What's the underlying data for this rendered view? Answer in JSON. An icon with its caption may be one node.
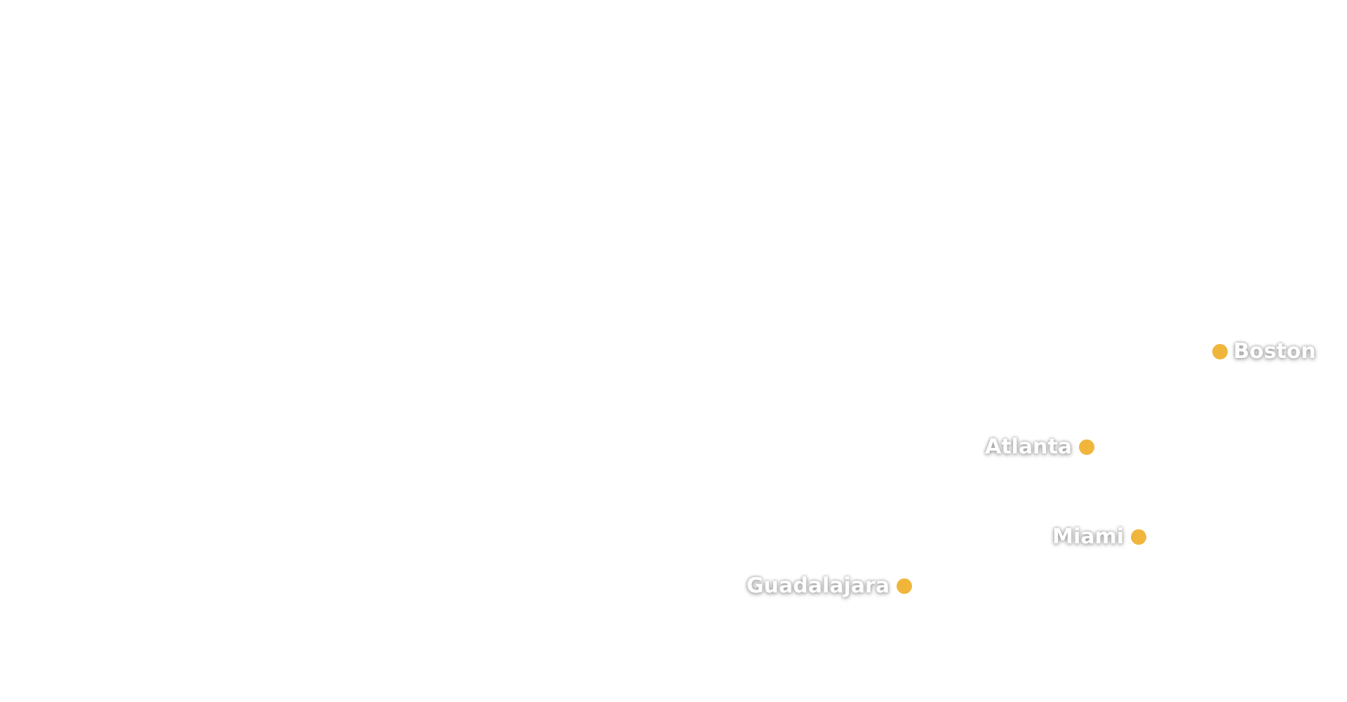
{
  "diagram": {
    "labels": [
      "Boston",
      "Atlanta",
      "Miami",
      "Guadalajara"
    ]
  }
}
